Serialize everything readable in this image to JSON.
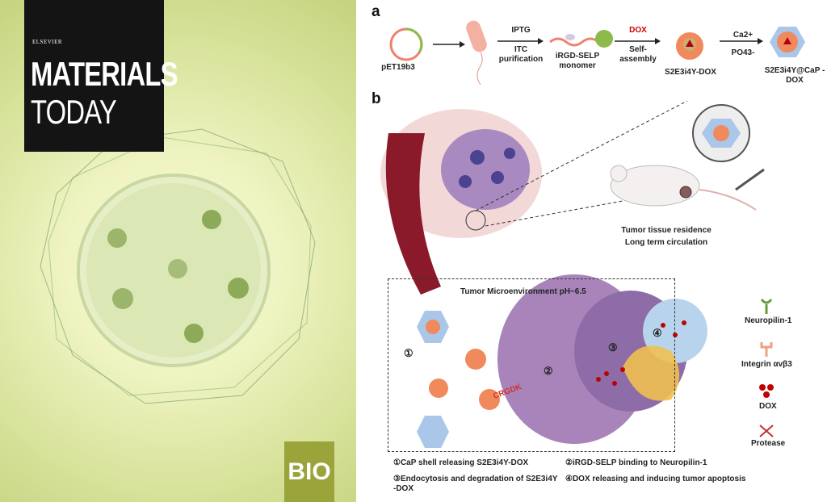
{
  "cover": {
    "publisher": "ELSEVIER",
    "title_line1": "MATERIALS",
    "title_line2": "TODAY",
    "section": "BIO"
  },
  "figure": {
    "panel_a": {
      "label": "a",
      "steps": [
        "pET19b3",
        "IPTG",
        "ITC purification",
        "iRGD-SELP monomer",
        "DOX",
        "Self-assembly",
        "S2E3i4Y-DOX",
        "Ca2+",
        "PO43-",
        "S2E3i4Y@CaP -DOX"
      ]
    },
    "panel_b": {
      "label": "b",
      "mouse_caption_1": "Tumor tissue residence",
      "mouse_caption_2": "Long term circulation",
      "box_title": "Tumor Microenvironment pH~6.5",
      "peptide_label": "CRGDK",
      "legend": [
        "Neuropilin-1",
        "Integrin αvβ3",
        "DOX",
        "Protease"
      ],
      "steps": [
        "①CaP shell releasing S2E3i4Y-DOX",
        "②iRGD-SELP binding to Neuropilin-1",
        "③Endocytosis and degradation of S2E3i4Y -DOX",
        "④DOX releasing and inducing tumor apoptosis"
      ],
      "step_markers": [
        "①",
        "②",
        "③",
        "④"
      ]
    }
  },
  "colors": {
    "bio": "#9aa43a",
    "dox": "#c00000",
    "nanoparticle": "#f08a5d",
    "cell": "#b98fc0"
  }
}
